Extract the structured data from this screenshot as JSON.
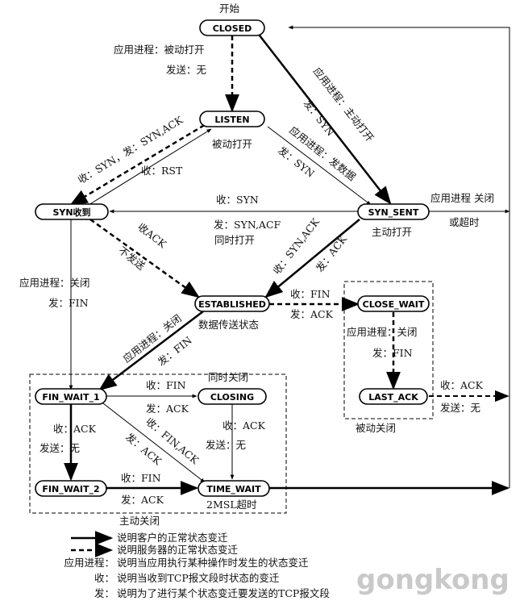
{
  "states": {
    "closed": "CLOSED",
    "listen": "LISTEN",
    "syn_rcvd": "SYN收到",
    "syn_sent": "SYN_SENT",
    "established": "ESTABLISHED",
    "close_wait": "CLOSE_WAIT",
    "last_ack": "LAST_ACK",
    "fin_wait_1": "FIN_WAIT_1",
    "closing": "CLOSING",
    "fin_wait_2": "FIN_WAIT_2",
    "time_wait": "TIME_WAIT"
  },
  "labels": {
    "start": "开始",
    "passive_open_app": "应用进程：被动打开",
    "passive_open_send": "发送：无",
    "syn_rcv_synack": "收：SYN，发：SYN,ACK",
    "rst": "收：RST",
    "passive_open": "被动打开",
    "app_active_open": "应用进程：主动打开",
    "send_syn": "发：SYN",
    "app_send_data": "应用进程：发数据",
    "send_syn2": "发：SYN",
    "rcv_syn": "收：SYN",
    "send_synack": "发：SYN,ACF",
    "simul_open": "同时打开",
    "active_open": "主动打开",
    "app_close_or_timeout": "应用进程 关闭",
    "or_timeout": "或超时",
    "rcv_ack": "收ACK",
    "no_send": "不发送",
    "rcv_synack": "收：SYN,ACK",
    "send_ack": "发：ACK",
    "app_close_left": "应用进程：关闭",
    "send_fin_left": "发：FIN",
    "rcv_fin": "收：FIN",
    "send_ack2": "发：ACK",
    "data_transfer": "数据传送状态",
    "app_close_cw": "应用进程：关闭",
    "send_fin_cw": "发：FIN",
    "app_close_est": "应用进程：关闭",
    "send_fin_est": "发：FIN",
    "simul_close": "同时关闭",
    "rcv_fin2": "收：FIN",
    "send_ack3": "发：ACK",
    "rcv_ack_fw1": "收：ACK",
    "send_none_fw1": "发送：无",
    "rcv_finack": "收：FIN,ACK",
    "send_ack4": "发：ACK",
    "rcv_ack_closing": "收：ACK",
    "send_none_closing": "发送：无",
    "rcv_fin3": "收：FIN",
    "send_ack5": "发：ACK",
    "msl": "2MSL超时",
    "active_close": "主动关闭",
    "passive_close": "被动关闭",
    "rcv_ack_last": "收：ACK",
    "send_none_last": "发送：无"
  },
  "legend": {
    "client_line": "说明客户的正常状态变迁",
    "server_line": "说明服务器的正常状态变迁",
    "app_key": "应用进程：",
    "app_desc": "说明当应用执行某种操作时发生的状态变迁",
    "rcv_key": "收：",
    "rcv_desc": "说明当收到TCP报文段时状态的变迁",
    "snd_key": "发：",
    "snd_desc": "说明为了进行某个状态变迁要发送的TCP报文段"
  },
  "watermark": "gongkong"
}
